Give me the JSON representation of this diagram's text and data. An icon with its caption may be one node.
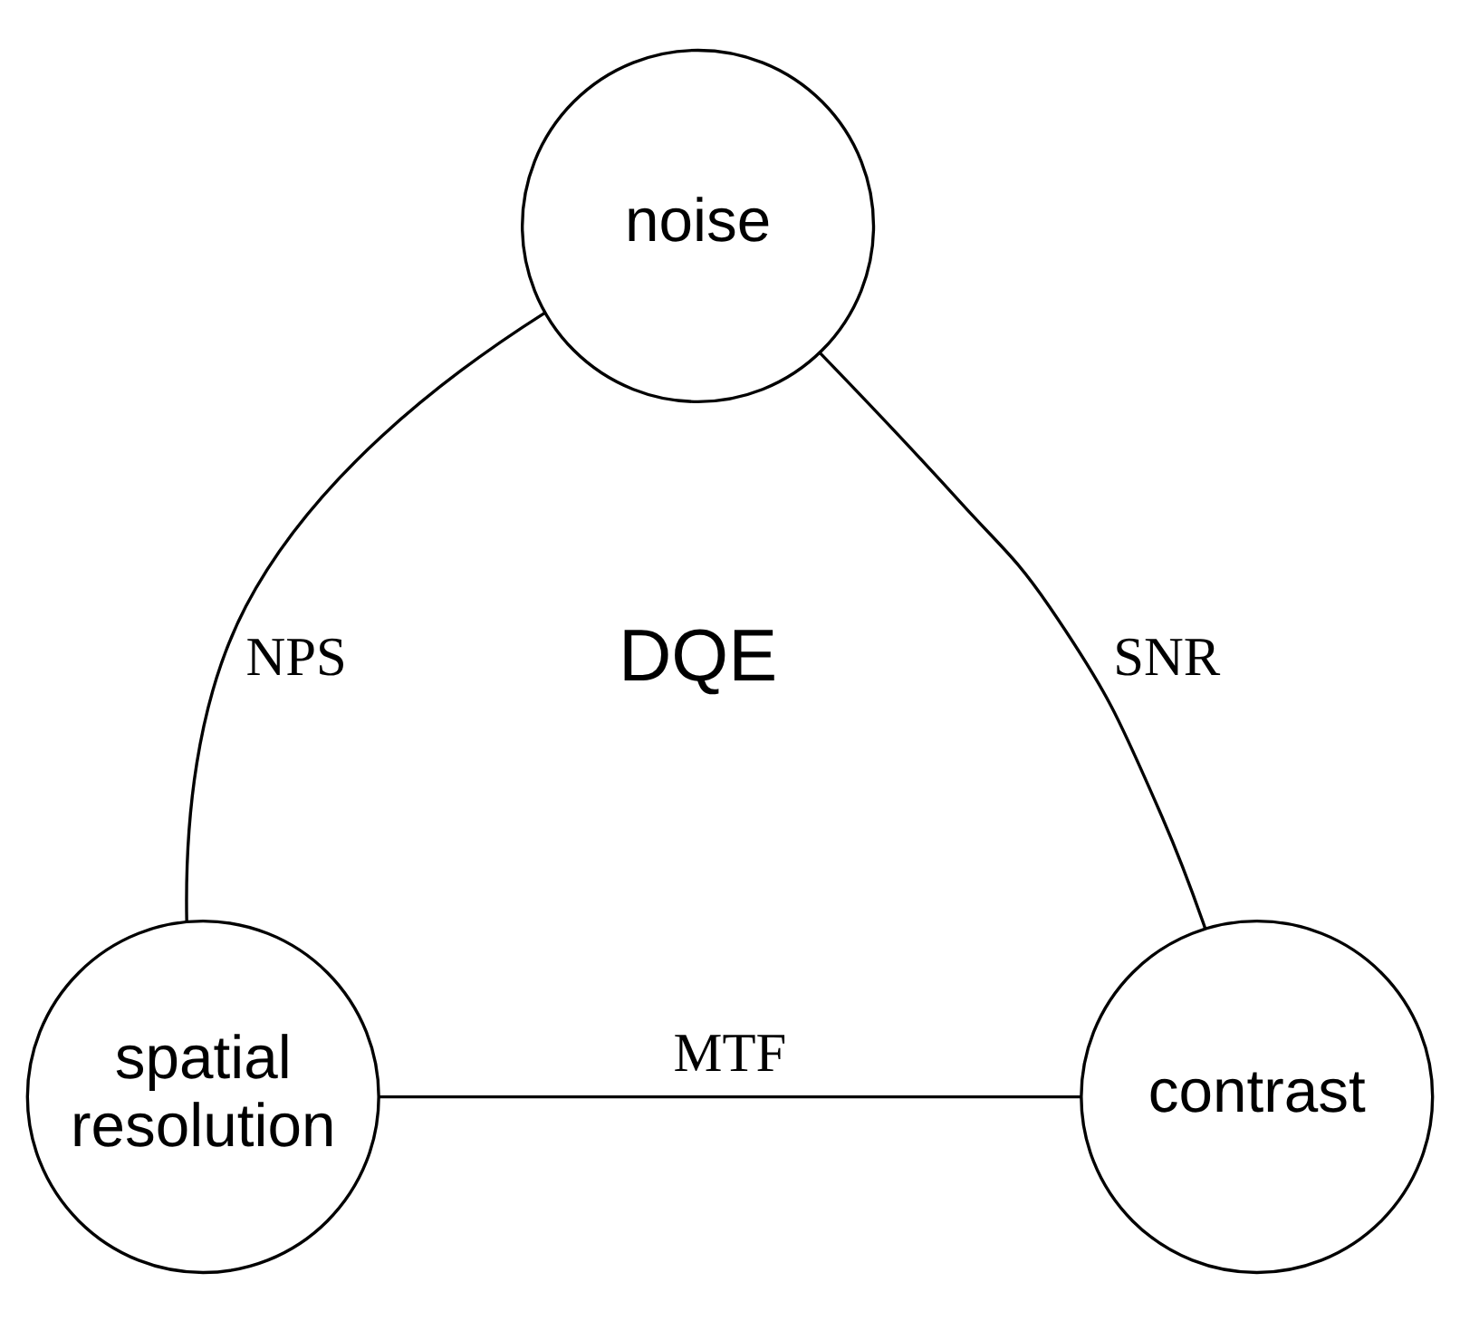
{
  "diagram": {
    "nodes": [
      {
        "text": [
          "noise"
        ]
      },
      {
        "text": [
          "spatial resolution"
        ]
      },
      {
        "text": [
          "contrast"
        ]
      }
    ],
    "edges": [
      {
        "from": 0,
        "to": 1,
        "arrow": "none",
        "label": "NPS"
      },
      {
        "from": 0,
        "to": 2,
        "arrow": "none",
        "label": "SNR"
      },
      {
        "from": 1,
        "to": 2,
        "arrow": "none",
        "label": "MTF"
      }
    ],
    "labels": [
      "DQE"
    ]
  }
}
